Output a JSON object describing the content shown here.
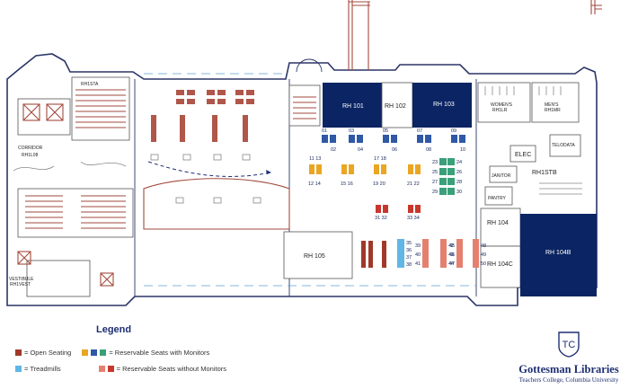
{
  "rooms": {
    "rh101": "RH 101",
    "rh102": "RH 102",
    "rh103": "RH 103",
    "rh105": "RH 105",
    "rh104": "RH 104",
    "rh104c": "RH 104C",
    "rh104b": "RH 104B",
    "rh1sta": "RH1STA",
    "rh1stb": "RH1STB",
    "corridor": [
      "CORRIDOR",
      "RH1L08"
    ],
    "vestibule": [
      "VESTIBULE",
      "RH1VEST"
    ],
    "womens": [
      "WOMEN'S",
      "RH1LR"
    ],
    "mens": [
      "MEN'S",
      "RH1MR"
    ],
    "telodata": "TELODATA",
    "elec": "ELEC",
    "janitor": "JANITOR",
    "pantry": "PANTRY"
  },
  "seats": {
    "top_row": [
      "01",
      "02",
      "03",
      "04",
      "05",
      "06",
      "07",
      "08",
      "09",
      "10"
    ],
    "pair_top": [
      "11 13",
      "17 18"
    ],
    "pair_bot": [
      "12 14",
      "15 16",
      "19 20",
      "21 22"
    ],
    "green_col": [
      "23",
      "24",
      "25",
      "26",
      "27",
      "28",
      "29",
      "30"
    ],
    "red_pair": [
      "31 32",
      "33 34"
    ],
    "treadmills": [
      "35",
      "36",
      "37",
      "38"
    ],
    "salmon_a": [
      "39",
      "40",
      "41"
    ],
    "salmon_b": [
      "42",
      "43",
      "44"
    ],
    "salmon_c": [
      "45",
      "46",
      "47"
    ],
    "salmon_d": [
      "48",
      "49",
      "50"
    ]
  },
  "legend": {
    "title": "Legend",
    "open": "= Open Seating",
    "monitors": "= Reservable Seats with Monitors",
    "treadmills": "= Treadmills",
    "no_monitors": "= Reservable Seats without Monitors"
  },
  "brand": {
    "name": "Gottesman Libraries",
    "sub": "Teachers College, Columbia University",
    "logo_letters": "TC"
  },
  "colors": {
    "open": "#a0392a",
    "yellow": "#e9a623",
    "blue": "#2f58a6",
    "green": "#3aa07a",
    "treadmill": "#5fb7e5",
    "salmon": "#e5806f",
    "red_reservable": "#c8372d",
    "dark_room": "#0b2463"
  }
}
